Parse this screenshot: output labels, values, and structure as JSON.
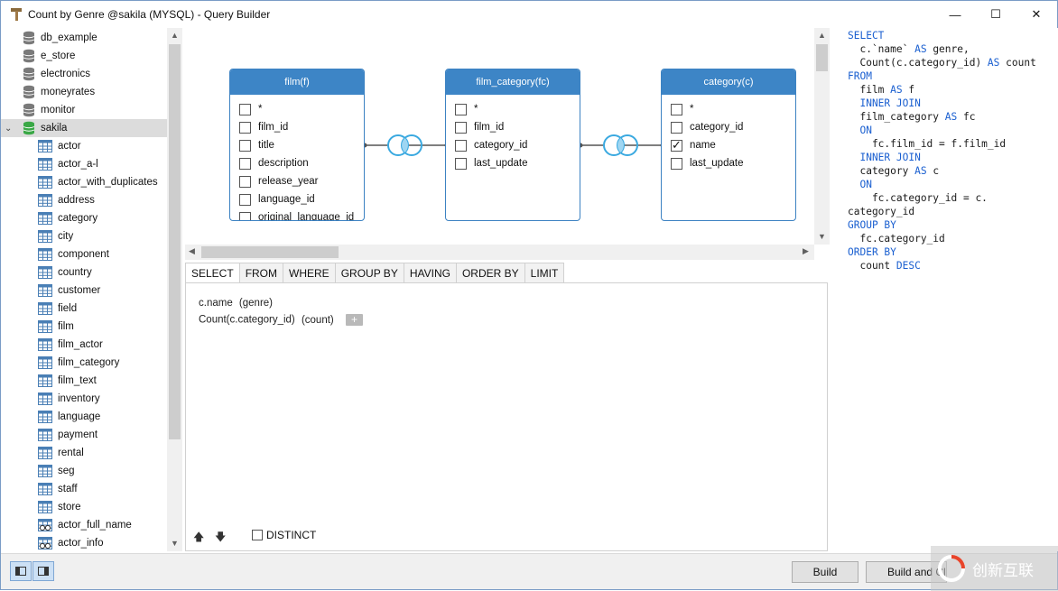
{
  "window": {
    "title": "Count by Genre @sakila (MYSQL) - Query Builder",
    "minimize_glyph": "—",
    "maximize_glyph": "☐",
    "close_glyph": "✕"
  },
  "tree": {
    "databases_before": [
      "db_example",
      "e_store",
      "electronics",
      "moneyrates",
      "monitor"
    ],
    "selected_db": "sakila",
    "tables": [
      "actor",
      "actor_a-l",
      "actor_with_duplicates",
      "address",
      "category",
      "city",
      "component",
      "country",
      "customer",
      "field",
      "film",
      "film_actor",
      "film_category",
      "film_text",
      "inventory",
      "language",
      "payment",
      "rental",
      "seg",
      "staff",
      "store"
    ],
    "views": [
      "actor_full_name",
      "actor_info"
    ]
  },
  "diagram": {
    "entities": [
      {
        "title": "film(f)",
        "fields": [
          {
            "name": "*",
            "checked": false
          },
          {
            "name": "film_id",
            "checked": false
          },
          {
            "name": "title",
            "checked": false
          },
          {
            "name": "description",
            "checked": false
          },
          {
            "name": "release_year",
            "checked": false
          },
          {
            "name": "language_id",
            "checked": false
          },
          {
            "name": "original_language_id",
            "checked": false
          }
        ]
      },
      {
        "title": "film_category(fc)",
        "fields": [
          {
            "name": "*",
            "checked": false
          },
          {
            "name": "film_id",
            "checked": false
          },
          {
            "name": "category_id",
            "checked": false
          },
          {
            "name": "last_update",
            "checked": false
          }
        ]
      },
      {
        "title": "category(c)",
        "fields": [
          {
            "name": "*",
            "checked": false
          },
          {
            "name": "category_id",
            "checked": false
          },
          {
            "name": "name",
            "checked": true
          },
          {
            "name": "last_update",
            "checked": false
          }
        ]
      }
    ]
  },
  "tabs": [
    "SELECT",
    "FROM",
    "WHERE",
    "GROUP BY",
    "HAVING",
    "ORDER BY",
    "LIMIT"
  ],
  "active_tab": "SELECT",
  "select": {
    "columns": [
      {
        "expr": "c.name",
        "alias": "(genre)"
      },
      {
        "expr": "Count(c.category_id)",
        "alias": "(count)"
      }
    ],
    "add_glyph": "+",
    "up_glyph": "🡅",
    "down_glyph": "🡇",
    "distinct_label": "DISTINCT"
  },
  "sql": {
    "lines": [
      [
        {
          "t": "SELECT",
          "k": true
        }
      ],
      [
        {
          "t": "  c.`name` ",
          "k": false
        },
        {
          "t": "AS",
          "k": true
        },
        {
          "t": " genre,",
          "k": false
        }
      ],
      [
        {
          "t": "  Count(c.category_id) ",
          "k": false
        },
        {
          "t": "AS",
          "k": true
        },
        {
          "t": " count",
          "k": false
        }
      ],
      [
        {
          "t": "FROM",
          "k": true
        }
      ],
      [
        {
          "t": "  film ",
          "k": false
        },
        {
          "t": "AS",
          "k": true
        },
        {
          "t": " f",
          "k": false
        }
      ],
      [
        {
          "t": "  INNER JOIN",
          "k": true
        }
      ],
      [
        {
          "t": "  film_category ",
          "k": false
        },
        {
          "t": "AS",
          "k": true
        },
        {
          "t": " fc",
          "k": false
        }
      ],
      [
        {
          "t": "  ON",
          "k": true
        }
      ],
      [
        {
          "t": "    fc.film_id = f.film_id",
          "k": false
        }
      ],
      [
        {
          "t": "  INNER JOIN",
          "k": true
        }
      ],
      [
        {
          "t": "  category ",
          "k": false
        },
        {
          "t": "AS",
          "k": true
        },
        {
          "t": " c",
          "k": false
        }
      ],
      [
        {
          "t": "  ON",
          "k": true
        }
      ],
      [
        {
          "t": "    fc.category_id = c.",
          "k": false
        }
      ],
      [
        {
          "t": "category_id",
          "k": false
        }
      ],
      [
        {
          "t": "GROUP BY",
          "k": true
        }
      ],
      [
        {
          "t": "  fc.category_id",
          "k": false
        }
      ],
      [
        {
          "t": "ORDER BY",
          "k": true
        }
      ],
      [
        {
          "t": "  count ",
          "k": false
        },
        {
          "t": "DESC",
          "k": true
        }
      ]
    ]
  },
  "bottom": {
    "build_label": "Build",
    "build_and_label": "Build and Close"
  },
  "watermark": {
    "text": "创新互联"
  },
  "colors": {
    "entity_header": "#3d85c6",
    "sql_keyword": "#1a5fd0",
    "join_icon": "#3aa9e0"
  }
}
